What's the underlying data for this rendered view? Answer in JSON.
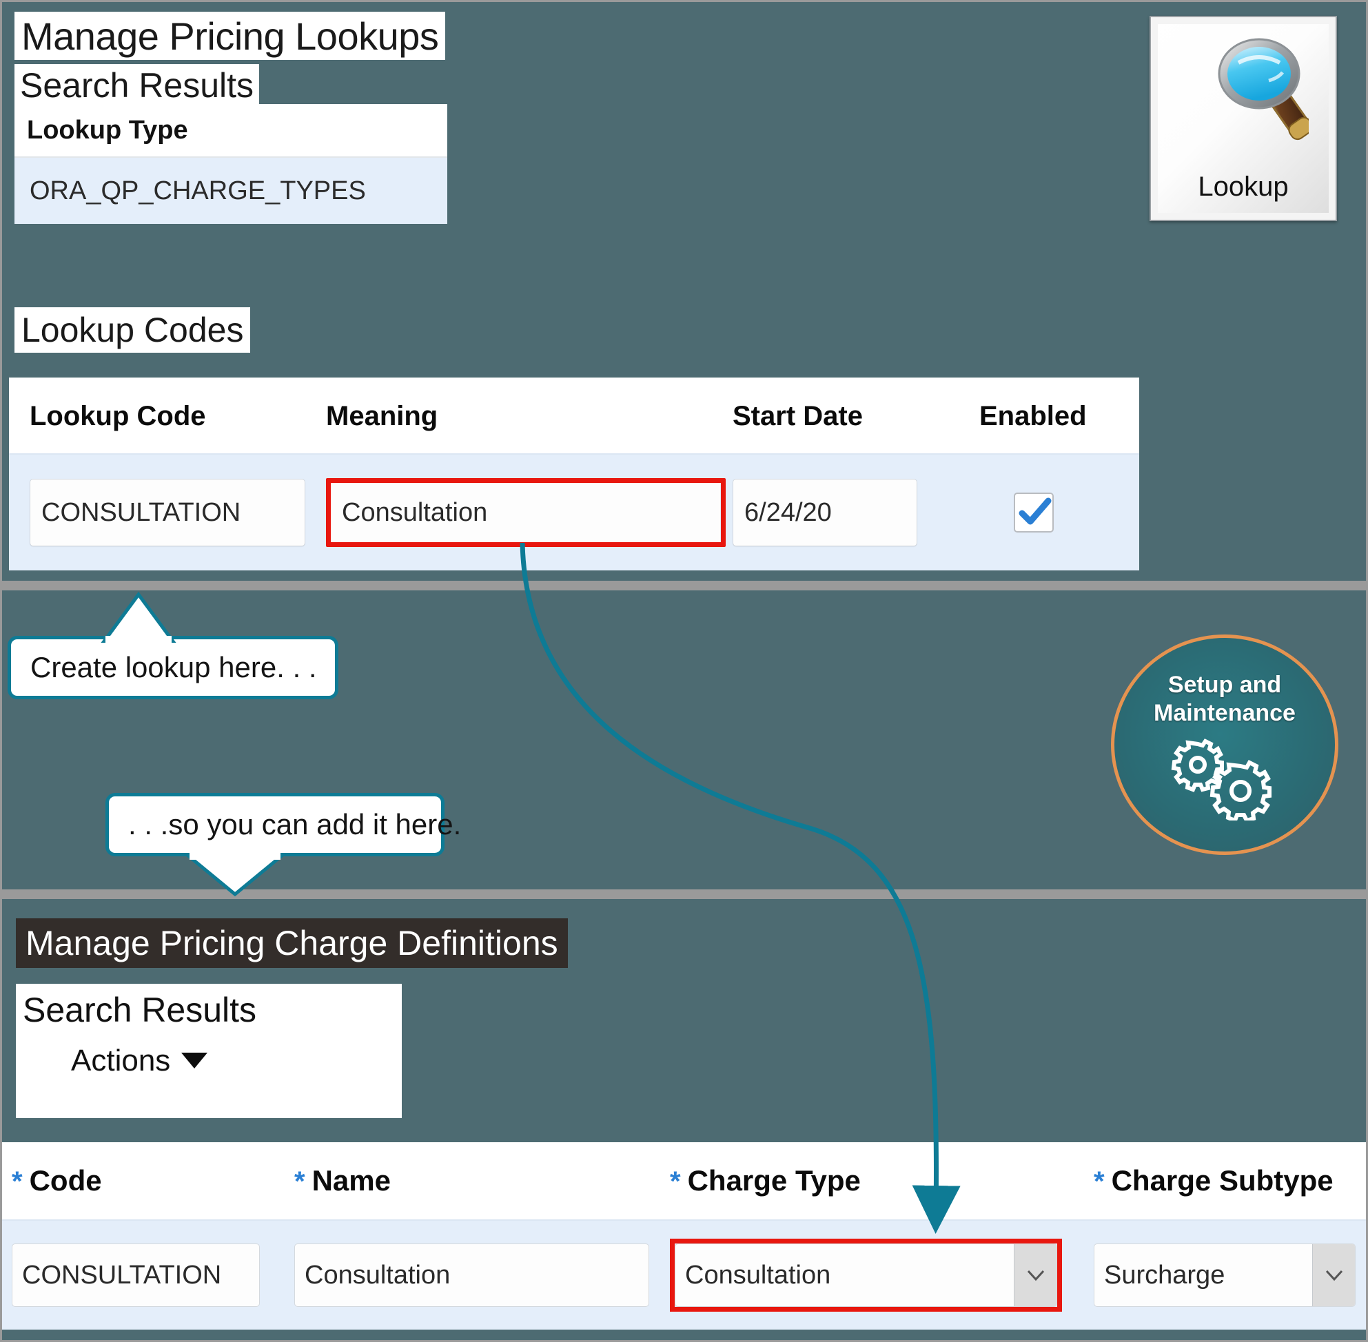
{
  "background_color": "#4d6b72",
  "accent_color": "#0e7b95",
  "highlight_color": "#e8170f",
  "top_screen": {
    "title": "Manage Pricing Lookups",
    "subtitle": "Search Results",
    "lookup_type": {
      "header": "Lookup Type",
      "value": "ORA_QP_CHARGE_TYPES"
    },
    "section_heading": "Lookup Codes",
    "grid": {
      "columns": [
        "Lookup Code",
        "Meaning",
        "Start Date",
        "Enabled"
      ],
      "rows": [
        {
          "lookup_code": "CONSULTATION",
          "meaning": "Consultation",
          "start_date": "6/24/20",
          "enabled": true
        }
      ]
    }
  },
  "lookup_button": {
    "label": "Lookup",
    "icon": "magnifier-icon"
  },
  "setup_badge": {
    "line1": "Setup and",
    "line2": "Maintenance",
    "icon": "gears-icon"
  },
  "callouts": [
    {
      "text": "Create lookup here. . ."
    },
    {
      "text": ". . .so you can add it here."
    }
  ],
  "bottom_screen": {
    "title": "Manage Pricing Charge Definitions",
    "subtitle": "Search Results",
    "actions_label": "Actions",
    "actions_icon": "caret-down-icon",
    "grid": {
      "columns": [
        {
          "required_marker": "*",
          "label": "Code"
        },
        {
          "required_marker": "*",
          "label": "Name"
        },
        {
          "required_marker": "*",
          "label": "Charge Type"
        },
        {
          "required_marker": "*",
          "label": "Charge Subtype"
        }
      ],
      "rows": [
        {
          "code": "CONSULTATION",
          "name": "Consultation",
          "charge_type": "Consultation",
          "charge_subtype": "Surcharge"
        }
      ]
    }
  }
}
